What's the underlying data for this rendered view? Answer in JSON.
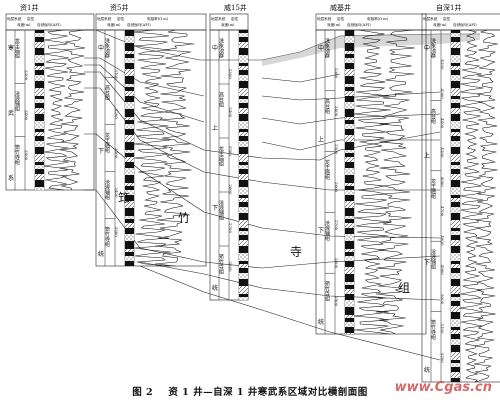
{
  "wells": [
    {
      "name": "资1井",
      "headers": [
        "地层系统",
        "深度(m)",
        "岩性",
        "自然伽马(API)"
      ],
      "depths": [
        "3300",
        "3400",
        "3500"
      ],
      "formations": [
        "龙王庙组",
        "沧浪铺组",
        "筇竹寺组"
      ],
      "system": [
        "寒",
        "武",
        "系"
      ]
    },
    {
      "name": "资5井",
      "headers": [
        "地层系统",
        "深度(m)",
        "岩性",
        "自然伽马(API)",
        "电阻率(Ω·m)"
      ],
      "depths": [
        "3100",
        "3200",
        "3300",
        "3400",
        "3500"
      ],
      "formations": [
        "洗象池群",
        "高台组",
        "龙王庙组",
        "沧浪铺组",
        "筇竹寺组"
      ],
      "system": [
        "中",
        "下",
        "统"
      ]
    },
    {
      "name": "威15井",
      "headers": [
        "地层系统",
        "深度(m)",
        "岩性"
      ],
      "depths": [
        "2300",
        "2400",
        "2500",
        "2600",
        "2700",
        "2800"
      ],
      "formations": [
        "洗象池群",
        "高台组",
        "龙王庙组",
        "沧浪铺组",
        "筇竹寺组"
      ],
      "system": [
        "中",
        "上",
        "下",
        "统"
      ]
    },
    {
      "name": "威基井",
      "headers": [
        "地层系统",
        "深度(m)",
        "岩性",
        "自然伽马(API)",
        "电阻率(Ω·m)"
      ],
      "depths": [
        "2300",
        "2400",
        "2500",
        "2600",
        "2700",
        "2800",
        "2900"
      ],
      "formations": [
        "洗象池群",
        "高台组",
        "龙王庙组",
        "沧浪铺组",
        "筇竹寺组"
      ],
      "system": [
        "中",
        "上",
        "下",
        "统"
      ]
    },
    {
      "name": "自深1井",
      "headers": [
        "地层系统",
        "深度(m)",
        "岩性",
        "自然伽马(API)"
      ],
      "depths": [
        "4200",
        "4300",
        "4400",
        "4500",
        "4600",
        "4700",
        "4800",
        "4900",
        "5000",
        "5100",
        "5200"
      ],
      "formations": [
        "洗象池群",
        "高台组",
        "龙王庙组",
        "沧浪铺组",
        "筇竹寺组"
      ],
      "system": [
        "中",
        "上",
        "下",
        "统"
      ]
    }
  ],
  "cross_labels": [
    "筇",
    "竹",
    "寺",
    "组"
  ],
  "caption": {
    "figure_no": "图 2",
    "text": "资 1 井—自深 1 井寒武系区域对比横剖面图"
  },
  "watermark": "www.Cgas.cn"
}
